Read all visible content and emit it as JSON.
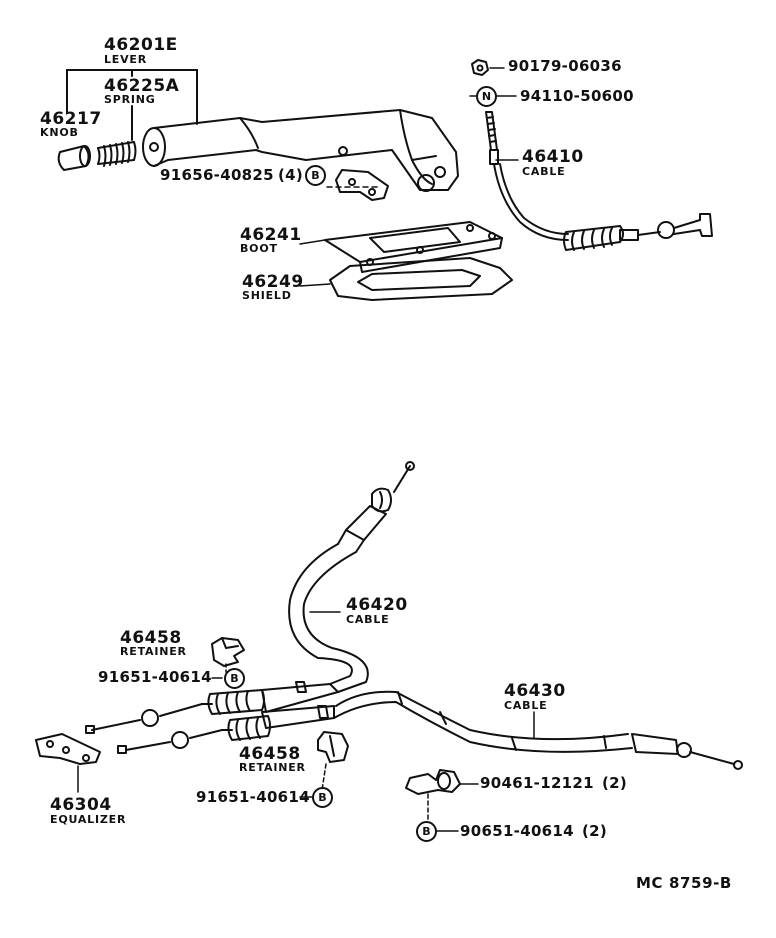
{
  "parts": {
    "lever": {
      "number": "46201E",
      "name": "LEVER"
    },
    "spring": {
      "number": "46225A",
      "name": "SPRING"
    },
    "knob": {
      "number": "46217",
      "name": "KNOB"
    },
    "bolt_lever": {
      "number": "91656-40825",
      "qty": "(4)",
      "symbol": "B"
    },
    "nut": {
      "number": "90179-06036"
    },
    "bolt_n": {
      "number": "94110-50600",
      "symbol": "N"
    },
    "cable_front": {
      "number": "46410",
      "name": "CABLE"
    },
    "boot": {
      "number": "46241",
      "name": "BOOT"
    },
    "shield": {
      "number": "46249",
      "name": "SHIELD"
    },
    "cable_rear_1": {
      "number": "46420",
      "name": "CABLE"
    },
    "retainer_1": {
      "number": "46458",
      "name": "RETAINER"
    },
    "bolt_retainer_1": {
      "number": "91651-40614",
      "symbol": "B"
    },
    "cable_rear_2": {
      "number": "46430",
      "name": "CABLE"
    },
    "retainer_2": {
      "number": "46458",
      "name": "RETAINER"
    },
    "bolt_retainer_2": {
      "number": "91651-40614",
      "symbol": "B"
    },
    "equalizer": {
      "number": "46304",
      "name": "EQUALIZER"
    },
    "bracket": {
      "number": "90461-12121",
      "qty": "(2)"
    },
    "bolt_bracket": {
      "number": "90651-40614",
      "qty": "(2)",
      "symbol": "B"
    }
  },
  "diagram_code": "MC 8759-B"
}
